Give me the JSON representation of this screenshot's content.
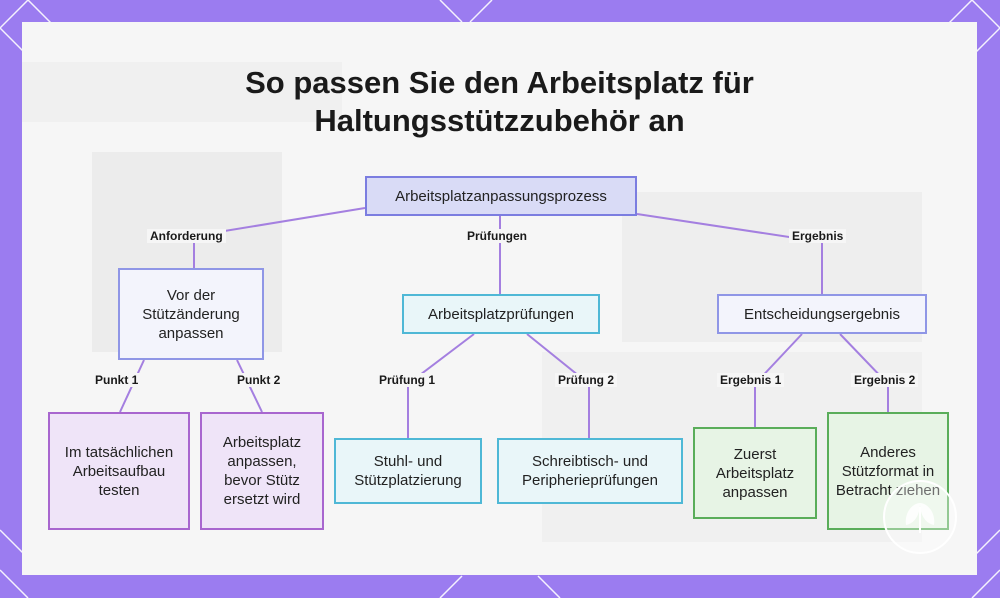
{
  "title": {
    "line1": "So passen Sie den Arbeitsplatz für",
    "line2": "Haltungsstützzubehör an"
  },
  "colors": {
    "frame": "#9b7cf0",
    "edge": "#a47fe0",
    "root_fill": "#d9dbf6",
    "purple_border": "#a866cf",
    "cyan_border": "#4fb8d6",
    "green_border": "#5aad5a"
  },
  "nodes": {
    "root": "Arbeitsplatzanpassungsprozess",
    "requirement": "Vor der Stützänderung anpassen",
    "checks": "Arbeitsplatzprüfungen",
    "decision": "Entscheidungsergebnis",
    "req_point1": "Im tatsächlichen Arbeitsaufbau testen",
    "req_point2": "Arbeitsplatz anpassen, bevor Stütz ersetzt wird",
    "check1": "Stuhl- und Stützplatzierung",
    "check2": "Schreibtisch- und Peripherieprüfungen",
    "result1": "Zuerst Arbeitsplatz anpassen",
    "result2": "Anderes Stützformat in Betracht ziehen"
  },
  "edge_labels": {
    "anforderung": "Anforderung",
    "pruefungen": "Prüfungen",
    "ergebnis": "Ergebnis",
    "punkt1": "Punkt 1",
    "punkt2": "Punkt 2",
    "pruefung1": "Prüfung 1",
    "pruefung2": "Prüfung 2",
    "ergebnis1": "Ergebnis 1",
    "ergebnis2": "Ergebnis 2"
  },
  "logo_icon": "leaf-logo-icon"
}
